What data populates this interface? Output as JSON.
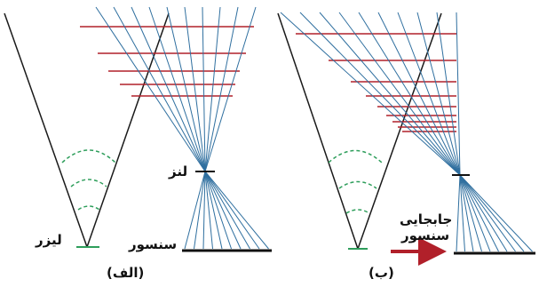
{
  "labels": {
    "laser": "لیزر",
    "lens": "لنز",
    "sensor": "سنسور",
    "displacement": "جابجایی",
    "displacement_sensor": "سنسور",
    "panel_a": "(الف)",
    "panel_b": "(ب)"
  },
  "colors": {
    "laser_beam": "#1a1a1a",
    "wavefront": "#2e9e5b",
    "grid_lines": "#b1202a",
    "rays": "#2f6f9f",
    "lens_mark": "#111111",
    "sensor": "#111111",
    "arrow": "#b1202a"
  },
  "panels": [
    {
      "id": "a",
      "ray_count_top": 10,
      "ray_count_bottom": 10,
      "horizontal_lines": 5
    },
    {
      "id": "b",
      "ray_count_top": 10,
      "ray_count_bottom": 10,
      "horizontal_lines": 9
    }
  ]
}
